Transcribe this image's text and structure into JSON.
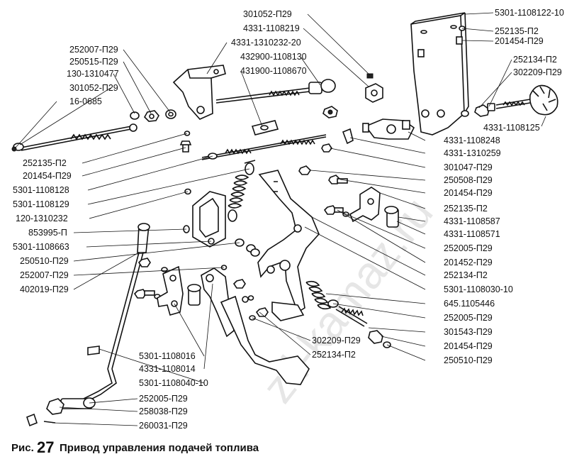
{
  "caption": {
    "prefix": "Рис.",
    "number": "27",
    "title": "Привод управления подачей топлива"
  },
  "watermark": "zil-kamaz.ru",
  "labels": [
    {
      "id": "l1",
      "text": "301052-П29"
    },
    {
      "id": "l2",
      "text": "4331-1108219"
    },
    {
      "id": "l3",
      "text": "4331-1310232-20"
    },
    {
      "id": "l4",
      "text": "432900-1108130"
    },
    {
      "id": "l5",
      "text": "431900-1108670"
    },
    {
      "id": "l6",
      "text": "252007-П29"
    },
    {
      "id": "l7",
      "text": "250515-П29"
    },
    {
      "id": "l8",
      "text": "130-1310477"
    },
    {
      "id": "l9",
      "text": "301052-П29"
    },
    {
      "id": "l10",
      "text": "16-0685"
    },
    {
      "id": "r1",
      "text": "5301-1108122-10"
    },
    {
      "id": "r2",
      "text": "252135-П2"
    },
    {
      "id": "r3",
      "text": "201454-П29"
    },
    {
      "id": "r4",
      "text": "252134-П2"
    },
    {
      "id": "r5",
      "text": "302209-П29"
    },
    {
      "id": "r6",
      "text": "4331-1108125"
    },
    {
      "id": "m1",
      "text": "4331-1108248"
    },
    {
      "id": "m2",
      "text": "4331-1310259"
    },
    {
      "id": "m3",
      "text": "301047-П29"
    },
    {
      "id": "m4",
      "text": "250508-П29"
    },
    {
      "id": "m5",
      "text": "201454-П29"
    },
    {
      "id": "m6",
      "text": "252135-П2"
    },
    {
      "id": "m7",
      "text": "4331-1108587"
    },
    {
      "id": "m8",
      "text": "4331-1108571"
    },
    {
      "id": "m9",
      "text": "252005-П29"
    },
    {
      "id": "m10",
      "text": "201452-П29"
    },
    {
      "id": "m11",
      "text": "252134-П2"
    },
    {
      "id": "m12",
      "text": "5301-1108030-10"
    },
    {
      "id": "m13",
      "text": "645.1105446"
    },
    {
      "id": "m14",
      "text": "252005-П29"
    },
    {
      "id": "m15",
      "text": "301543-П29"
    },
    {
      "id": "m16",
      "text": "201454-П29"
    },
    {
      "id": "m17",
      "text": "250510-П29"
    },
    {
      "id": "a1",
      "text": "252135-П2"
    },
    {
      "id": "a2",
      "text": "201454-П29"
    },
    {
      "id": "a3",
      "text": "5301-1108128"
    },
    {
      "id": "a4",
      "text": "5301-1108129"
    },
    {
      "id": "a5",
      "text": "120-1310232"
    },
    {
      "id": "a6",
      "text": "853995-П"
    },
    {
      "id": "a7",
      "text": "5301-1108663"
    },
    {
      "id": "a8",
      "text": "250510-П29"
    },
    {
      "id": "a9",
      "text": "252007-П29"
    },
    {
      "id": "a10",
      "text": "402019-П29"
    },
    {
      "id": "b1",
      "text": "302209-П29"
    },
    {
      "id": "b2",
      "text": "252134-П2"
    },
    {
      "id": "c1",
      "text": "5301-1108016"
    },
    {
      "id": "c2",
      "text": "4331-1108014"
    },
    {
      "id": "c3",
      "text": "5301-1108040-10"
    },
    {
      "id": "c4",
      "text": "252005-П29"
    },
    {
      "id": "c5",
      "text": "258038-П29"
    },
    {
      "id": "c6",
      "text": "260031-П29"
    }
  ]
}
